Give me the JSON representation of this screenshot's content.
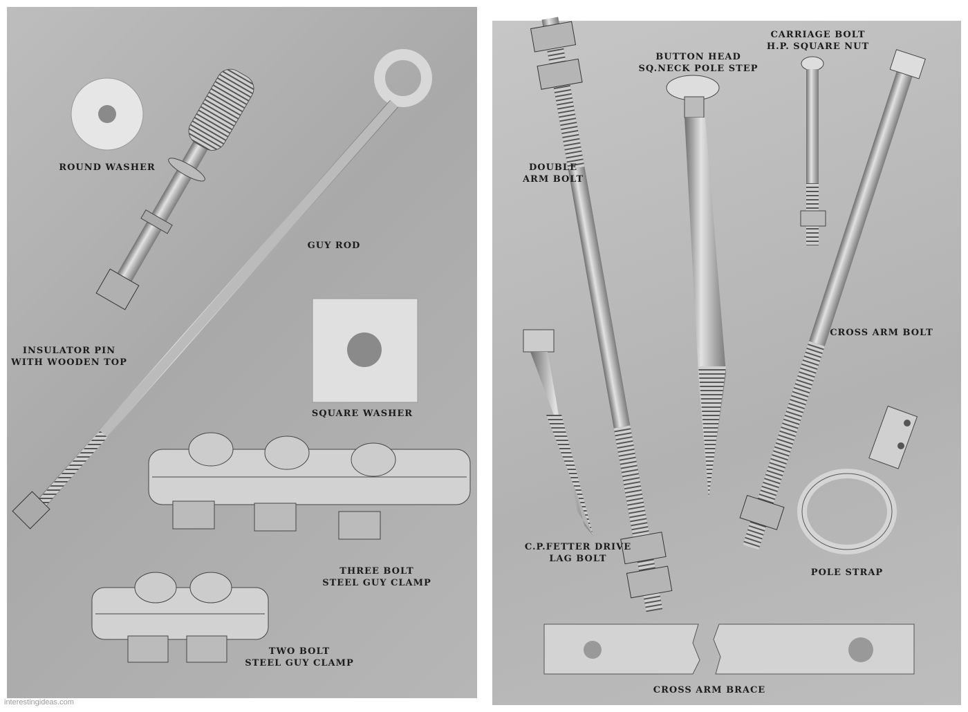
{
  "left_panel": {
    "labels": {
      "round_washer": "ROUND WASHER",
      "guy_rod": "GUY ROD",
      "insulator_pin_1": "INSULATOR PIN",
      "insulator_pin_2": "WITH WOODEN TOP",
      "square_washer": "SQUARE WASHER",
      "three_bolt_1": "THREE BOLT",
      "three_bolt_2": "STEEL GUY CLAMP",
      "two_bolt_1": "TWO BOLT",
      "two_bolt_2": "STEEL GUY CLAMP"
    }
  },
  "right_panel": {
    "labels": {
      "double_arm_1": "DOUBLE",
      "double_arm_2": "ARM BOLT",
      "button_head_1": "BUTTON HEAD",
      "button_head_2": "SQ.NECK POLE STEP",
      "carriage_1": "CARRIAGE BOLT",
      "carriage_2": "H.P. SQUARE NUT",
      "cross_arm_bolt": "CROSS ARM BOLT",
      "lag_1": "C.P.FETTER DRIVE",
      "lag_2": "LAG BOLT",
      "pole_strap": "POLE STRAP",
      "cross_arm_brace": "CROSS ARM BRACE"
    }
  },
  "watermark": "interestingideas.com"
}
